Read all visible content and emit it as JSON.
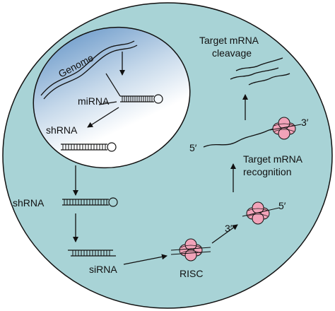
{
  "labels": {
    "genome": "Genome",
    "mirna": "miRNA",
    "shrna_nucleus": "shRNA",
    "shrna_cytoplasm": "shRNA",
    "sirna": "siRNA",
    "risc": "RISC",
    "target_cleavage_line1": "Target mRNA",
    "target_cleavage_line2": "cleavage",
    "target_recognition_line1": "Target mRNA",
    "target_recognition_line2": "recognition",
    "end_five_prime_risc": "5′",
    "end_three_prime_risc": "3′",
    "end_five_prime_mrna": "5′",
    "end_three_prime_mrna": "3′"
  },
  "colors": {
    "cell_fill": "#a8d3d6",
    "nucleus_top": "#7ea6cf",
    "nucleus_bottom": "#ffffff",
    "risc_pink": "#f2a3b9",
    "stroke": "#111111"
  }
}
